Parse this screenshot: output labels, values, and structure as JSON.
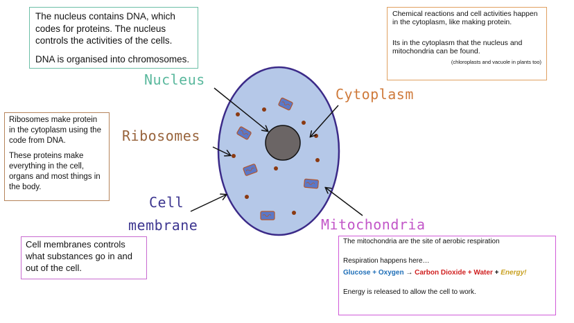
{
  "boxes": {
    "nucleus": {
      "line1": "The nucleus contains DNA, which codes for proteins. The nucleus controls the activities of the cells.",
      "line2": "DNA is organised into chromosomes."
    },
    "cytoplasm": {
      "line1": "Chemical reactions and cell activities happen in the cytoplasm, like making protein.",
      "line2": "Its in the cytoplasm that the nucleus and mitochondria can be found.",
      "note": "(chloroplasts and vacuole in plants too)"
    },
    "ribosomes": {
      "line1": "Ribosomes make protein in the cytoplasm using the code from DNA.",
      "line2": "These proteins make everything in the cell, organs and most things in the body."
    },
    "membrane": {
      "line1": "Cell membranes controls what substances go in and out of the cell."
    },
    "mitochondria": {
      "line1": "The mitochondria are the site of aerobic respiration",
      "line2": "Respiration happens here…",
      "equation": {
        "glucose": "Glucose",
        "plus1": " + ",
        "oxygen": "Oxygen",
        "arrow": " → ",
        "co2": "Carbon Dioxide +",
        "water": " Water",
        "plus2": " + ",
        "energy": "Energy!"
      },
      "line3": "Energy is released to allow the cell to work."
    }
  },
  "labels": {
    "nucleus": "Nucleus",
    "cytoplasm": "Cytoplasm",
    "ribosomes": "Ribosomes",
    "cell": "Cell",
    "membrane": "membrane",
    "mitochondria": "Mitochondria"
  },
  "colors": {
    "cell_fill": "#b5c8e8",
    "cell_outline": "#3b2a88",
    "nucleus_fill": "#6b6565",
    "ribosome": "#8b3a12",
    "mitochondria_fill": "#5a78c8",
    "mitochondria_outline": "#b5562a"
  }
}
